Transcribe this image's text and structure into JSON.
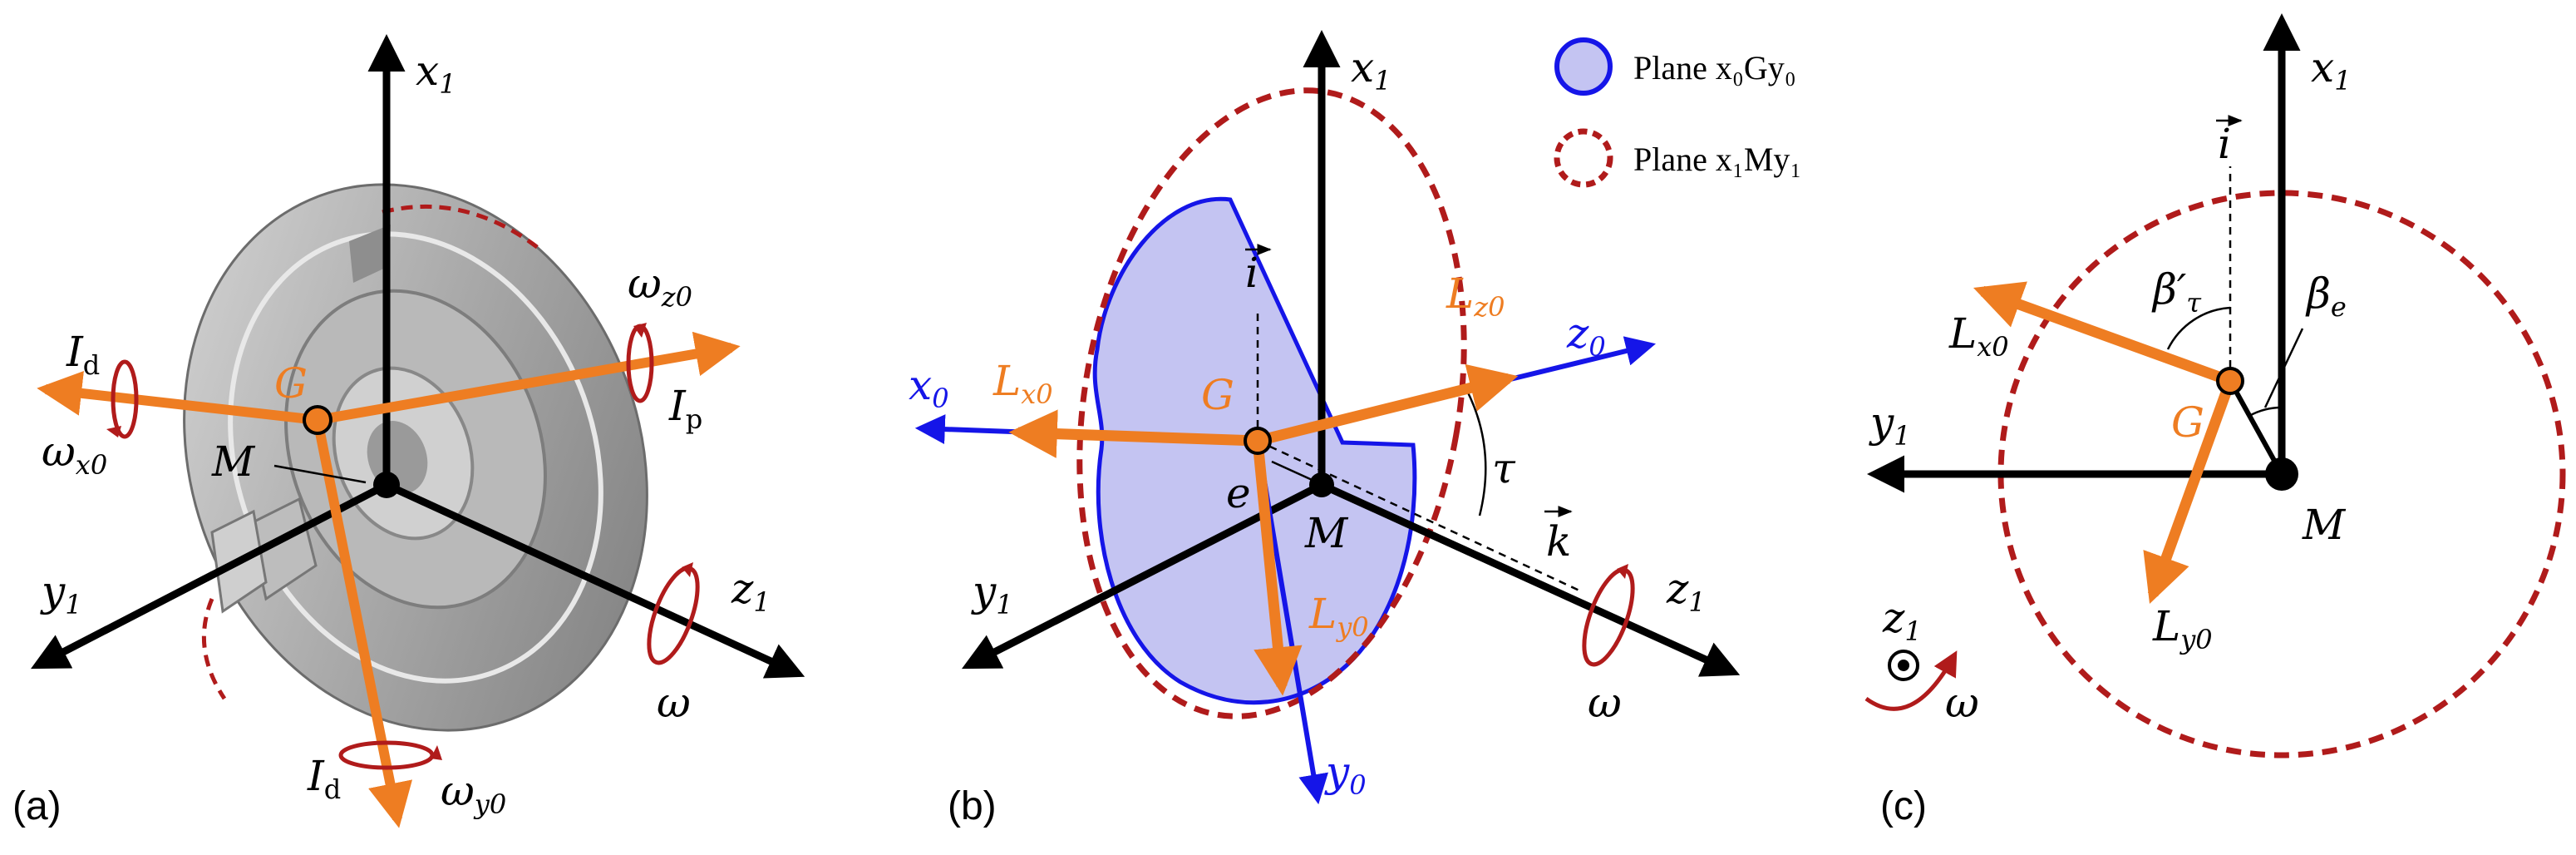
{
  "colors": {
    "black": "#000000",
    "orange": "#ee7d22",
    "blue": "#1515e8",
    "blue_fill": "#c4c4f2",
    "red": "#b01b1b",
    "disk_gray": "#9d9d9d"
  },
  "legend": {
    "plane1": "Plane x₀Gy₀",
    "plane2": "Plane x₁My₁"
  },
  "panel_a": {
    "label": "(a)",
    "x1": "x",
    "x1_sub": "1",
    "y1": "y",
    "y1_sub": "1",
    "z1": "z",
    "z1_sub": "1",
    "G": "G",
    "M": "M",
    "Id_top": "I",
    "Id_top_sub": "d",
    "Id_bottom": "I",
    "Id_bottom_sub": "d",
    "Ip": "I",
    "Ip_sub": "p",
    "omega_x0": "ω",
    "omega_x0_sub": "x0",
    "omega_y0": "ω",
    "omega_y0_sub": "y0",
    "omega_z0": "ω",
    "omega_z0_sub": "z0",
    "omega": "ω"
  },
  "panel_b": {
    "label": "(b)",
    "x1": "x",
    "x1_sub": "1",
    "y1": "y",
    "y1_sub": "1",
    "z1": "z",
    "z1_sub": "1",
    "x0": "x",
    "x0_sub": "0",
    "y0": "y",
    "y0_sub": "0",
    "z0": "z",
    "z0_sub": "0",
    "G": "G",
    "M": "M",
    "e": "e",
    "i_vec": "i",
    "k_vec": "k",
    "tau": "τ",
    "Lx0": "L",
    "Lx0_sub": "x0",
    "Ly0": "L",
    "Ly0_sub": "y0",
    "Lz0": "L",
    "Lz0_sub": "z0",
    "omega": "ω"
  },
  "panel_c": {
    "label": "(c)",
    "x1": "x",
    "x1_sub": "1",
    "y1": "y",
    "y1_sub": "1",
    "z1": "z",
    "z1_sub": "1",
    "G": "G",
    "M": "M",
    "i_vec": "i",
    "beta_tau": "β′",
    "beta_tau_sub": "τ",
    "beta_e": "β",
    "beta_e_sub": "e",
    "Lx0": "L",
    "Lx0_sub": "x0",
    "Ly0": "L",
    "Ly0_sub": "y0",
    "omega": "ω"
  }
}
